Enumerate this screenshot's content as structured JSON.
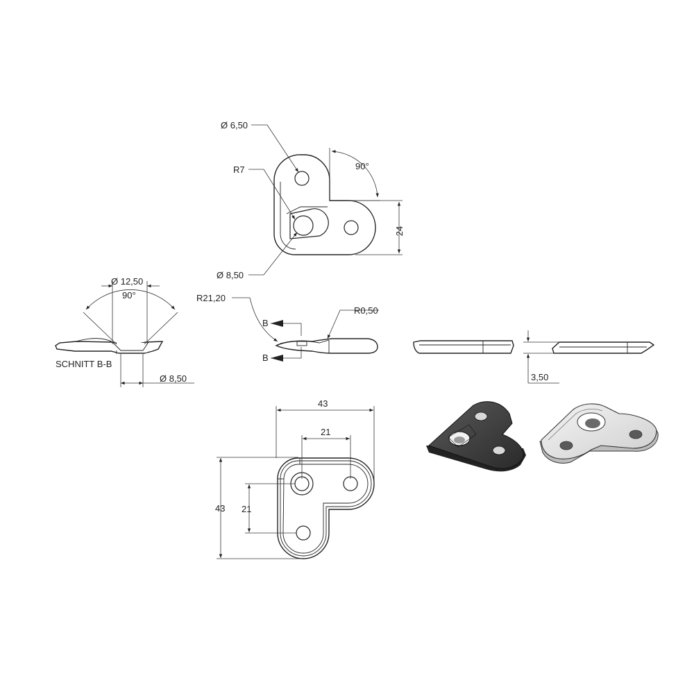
{
  "drawing": {
    "top_view": {
      "dia_small": "Ø 6,50",
      "radius_corner": "R7",
      "angle": "90°",
      "width": "24",
      "dia_counter": "Ø 8,50"
    },
    "section": {
      "dia_top": "Ø 12,50",
      "angle": "90°",
      "caption": "SCHNITT B-B",
      "dia_bottom": "Ø 8,50"
    },
    "side_view": {
      "radius_large": "R21,20",
      "section_marker_top": "B",
      "section_marker_bottom": "B",
      "radius_edge": "R0,50"
    },
    "front_view": {
      "thickness": "3,50"
    },
    "bottom_view": {
      "overall_width": "43",
      "hole_spacing_x": "21",
      "overall_height": "43",
      "hole_spacing_y": "21"
    }
  },
  "colors": {
    "line": "#222222",
    "iso_dark": "#3a3a3a",
    "iso_light": "#e6e6e6"
  }
}
